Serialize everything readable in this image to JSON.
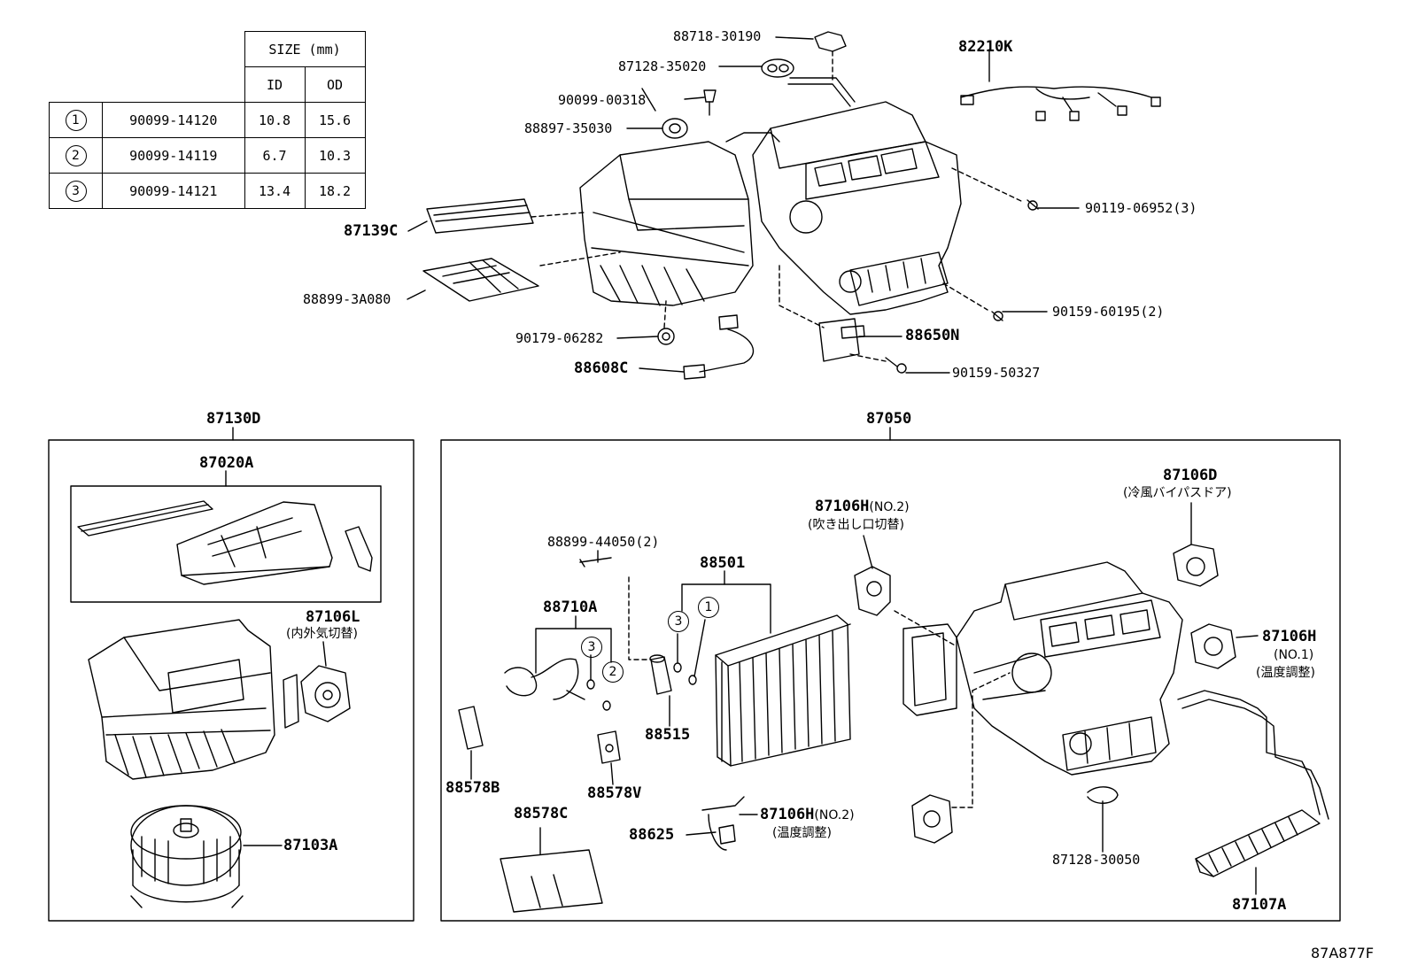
{
  "size_table": {
    "header": "SIZE (mm)",
    "col_id": "ID",
    "col_od": "OD",
    "rows": [
      {
        "key": "1",
        "part": "90099-14120",
        "id": "10.8",
        "od": "15.6"
      },
      {
        "key": "2",
        "part": "90099-14119",
        "id": "6.7",
        "od": "10.3"
      },
      {
        "key": "3",
        "part": "90099-14121",
        "id": "13.4",
        "od": "18.2"
      }
    ]
  },
  "top_labels": {
    "p88718": "88718-30190",
    "p87128a": "87128-35020",
    "p90099": "90099-00318",
    "p88897": "88897-35030",
    "p87139c": "87139C",
    "p88899": "88899-3A080",
    "p90179": "90179-06282",
    "p88608c": "88608C",
    "p82210k": "82210K",
    "p90119": "90119-06952(3)",
    "p90159a": "90159-60195(2)",
    "p88650n": "88650N",
    "p90159b": "90159-50327"
  },
  "left_group": {
    "title": "87130D",
    "p87020a": "87020A",
    "p87106l": "87106L",
    "p87106l_note": "(内外気切替)",
    "p87103a": "87103A"
  },
  "right_group": {
    "title": "87050",
    "p88899b": "88899-44050(2)",
    "p88710a": "88710A",
    "p88501": "88501",
    "p88515": "88515",
    "p88578b": "88578B",
    "p88578v": "88578V",
    "p88578c": "88578C",
    "p88625": "88625",
    "p87106h2a": "87106H",
    "p87106h2a_no": "(NO.2)",
    "p87106h2a_note": "(吹き出し口切替)",
    "p87106h2b": "87106H",
    "p87106h2b_no": "(NO.2)",
    "p87106h2b_note": "(温度調整)",
    "p87106d": "87106D",
    "p87106d_note": "(冷風バイパスドア)",
    "p87106h1": "87106H",
    "p87106h1_no": "(NO.1)",
    "p87106h1_note": "(温度調整)",
    "p87128b": "87128-30050",
    "p87107a": "87107A",
    "c1": "1",
    "c2": "2",
    "c3": "3"
  },
  "figure_code": "87A877F"
}
